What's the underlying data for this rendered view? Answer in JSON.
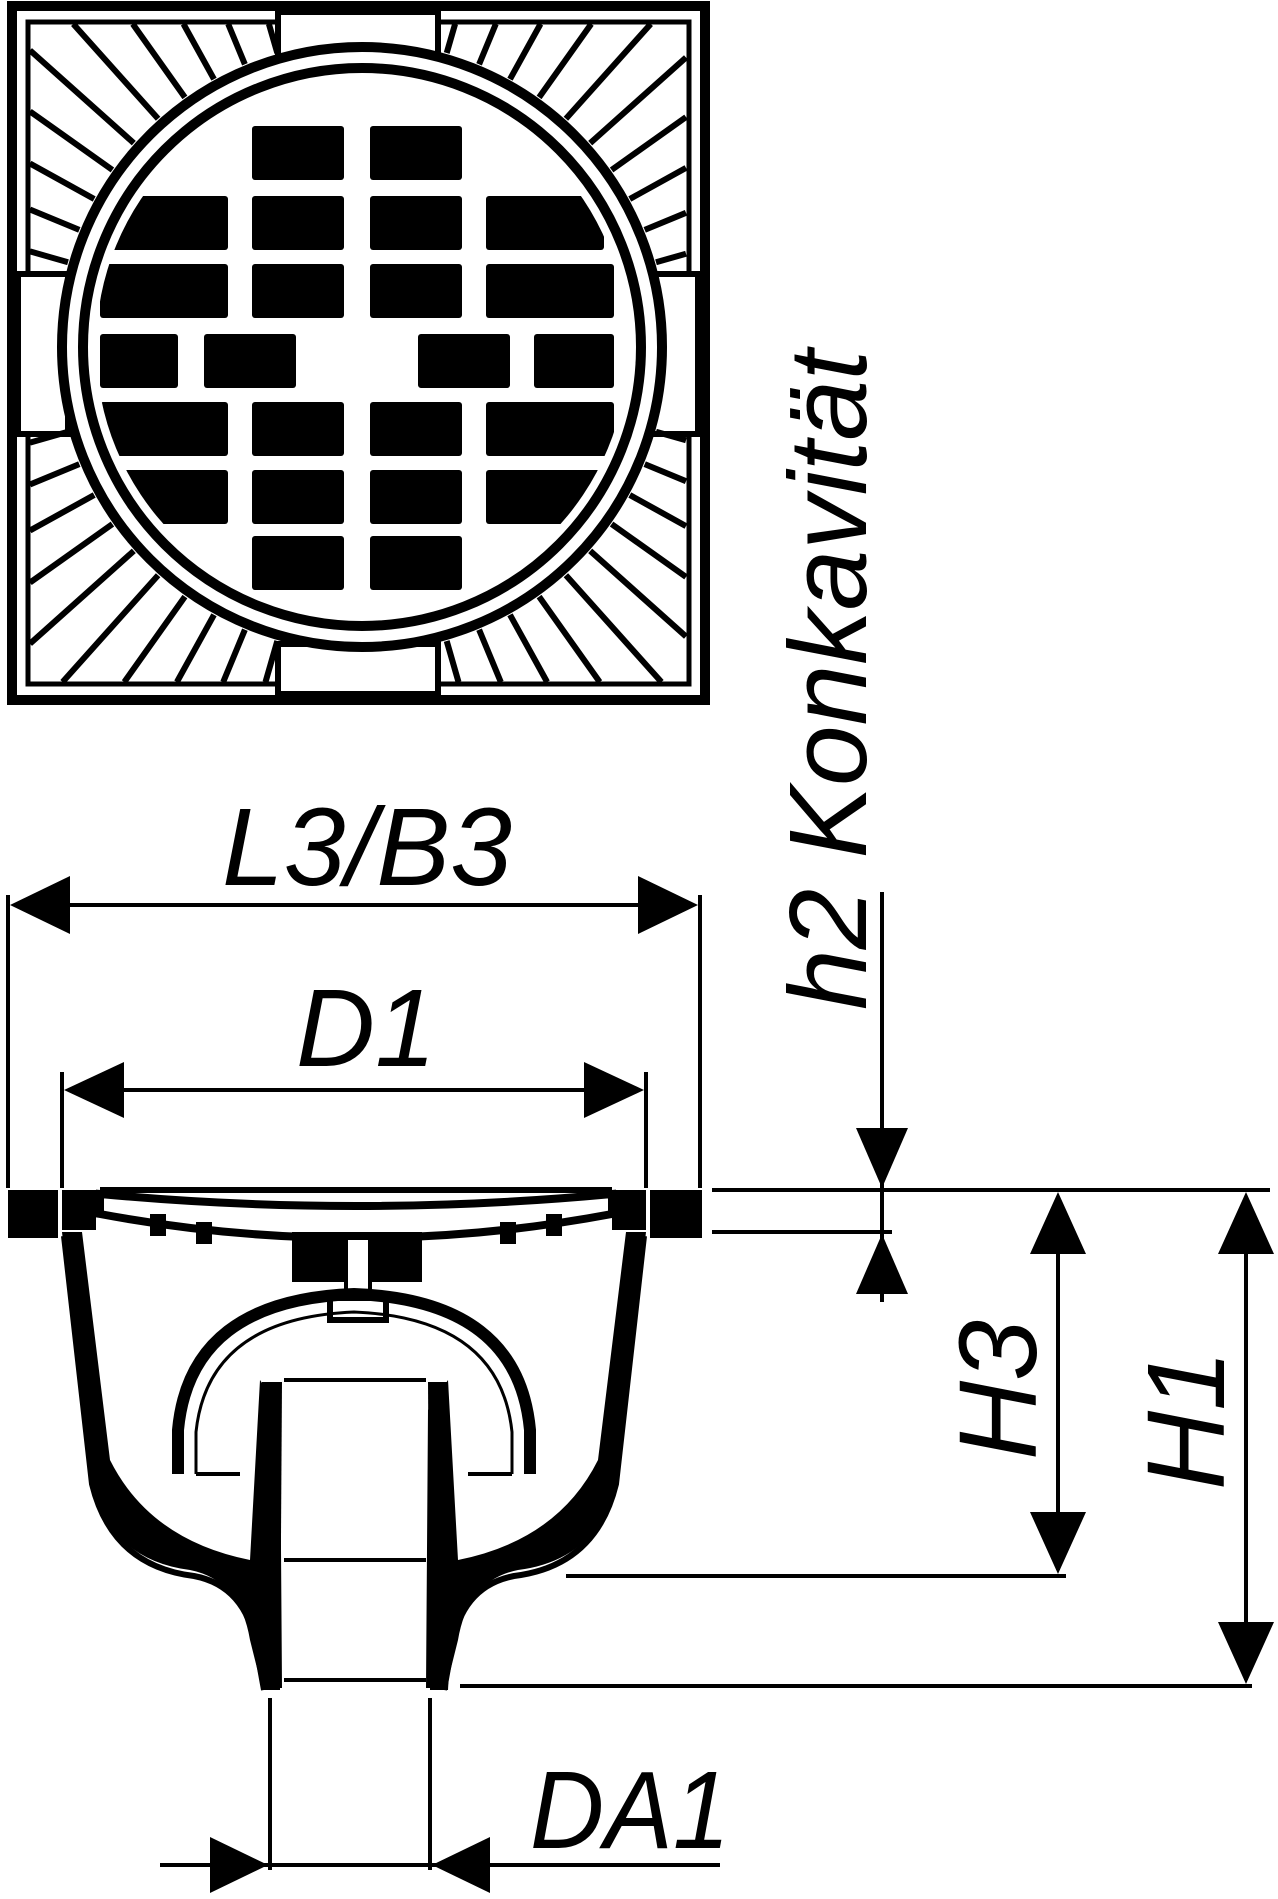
{
  "drawing": {
    "labels": {
      "l3_b3": "L3/B3",
      "d1": "D1",
      "h2_konkavitaet": "h2 Konkavität",
      "h3": "H3",
      "h1": "H1",
      "da1": "DA1"
    },
    "colors": {
      "ink": "#000000",
      "paper": "#ffffff"
    }
  }
}
